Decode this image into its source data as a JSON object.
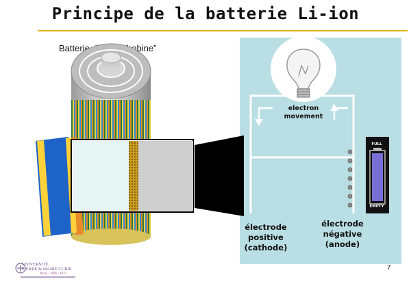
{
  "slide": {
    "title": "Principe de la batterie Li-ion",
    "subtitle": "Batterie de type “bobine”",
    "page_number": "7"
  },
  "diagram": {
    "electron_label_line1": "electron",
    "electron_label_line2": "movement",
    "positive_line1": "électrode",
    "positive_line2": "positive",
    "positive_line3": "(cathode)",
    "negative_line1": "électrode",
    "negative_line2": "négative",
    "negative_line3": "(anode)",
    "gauge_full": "FULL",
    "gauge_empty": "EMPTY"
  },
  "logo": {
    "line1": "UNIVERSITÉ",
    "line2": "PIERRE & MARIE CURIE",
    "tagline": "Paris - 1906 - 1971"
  },
  "colors": {
    "accent_line": "#e3b21a",
    "panel": "#b9dee3",
    "gauge_fill": "#7a6fd6"
  }
}
